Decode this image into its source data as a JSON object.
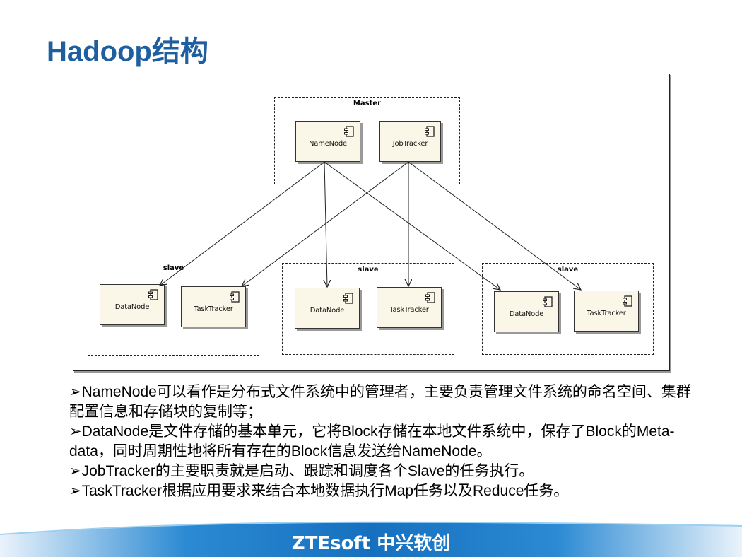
{
  "slide": {
    "title": "Hadoop结构"
  },
  "diagram": {
    "master_label": "Master",
    "slave_label": "slave",
    "namenode_label": "NameNode",
    "jobtracker_label": "JobTracker",
    "datanode_label": "DataNode",
    "tasktracker_label": "TaskTracker"
  },
  "bullets": [
    "➢NameNode可以看作是分布式文件系统中的管理者，主要负责管理文件系统的命名空间、集群配置信息和存储块的复制等；",
    "➢DataNode是文件存储的基本单元，它将Block存储在本地文件系统中，保存了Block的Meta-data，同时周期性地将所有存在的Block信息发送给NameNode。",
    "➢JobTracker的主要职责就是启动、跟踪和调度各个Slave的任务执行。",
    "➢TaskTracker根据应用要求来结合本地数据执行Map任务以及Reduce任务。"
  ],
  "footer": {
    "brand": "ZTEsoft 中兴软创",
    "color": "#1a78c2"
  }
}
